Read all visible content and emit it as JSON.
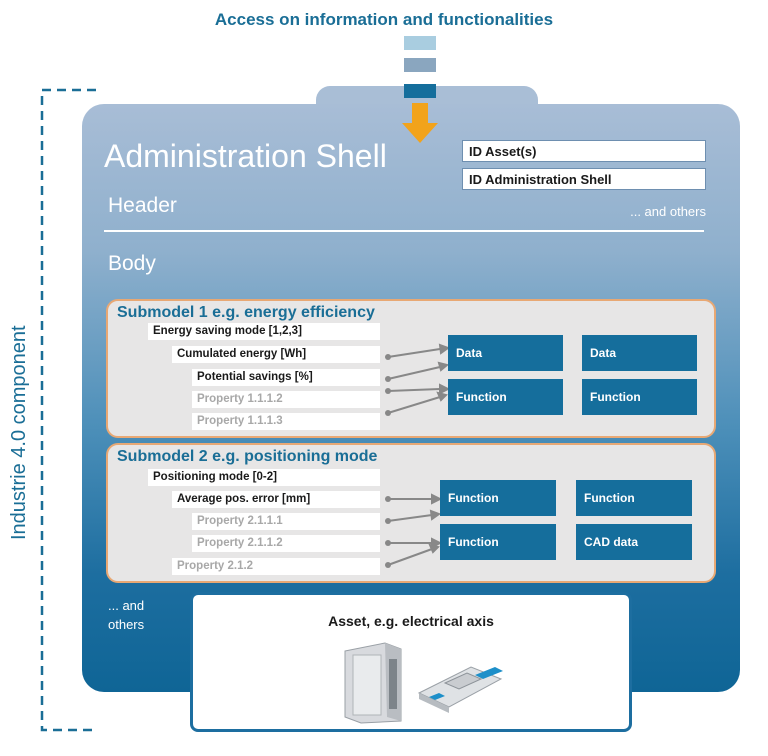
{
  "top_title": "Access on information and functionalities",
  "colors": {
    "accent": "#1a6e96",
    "function_box": "#156e9c",
    "submodel_border": "#e8a874",
    "arrow": "#f2a31b"
  },
  "shell": {
    "title": "Administration Shell",
    "id_asset": "ID Asset(s)",
    "id_shell": "ID Administration Shell",
    "header": "Header",
    "others_header": "... and others",
    "body": "Body",
    "others_body_line1": "... and",
    "others_body_line2": "others"
  },
  "submodel1": {
    "title": "Submodel 1 e.g. energy efficiency",
    "properties": [
      "Energy saving mode [1,2,3]",
      "Cumulated energy [Wh]",
      "Potential savings [%]",
      "Property 1.1.1.2",
      "Property 1.1.1.3"
    ],
    "boxes": [
      "Data",
      "Data",
      "Function",
      "Function"
    ]
  },
  "submodel2": {
    "title": "Submodel 2 e.g. positioning mode",
    "properties": [
      "Positioning mode [0-2]",
      "Average pos. error [mm]",
      "Property 2.1.1.1",
      "Property 2.1.1.2",
      "Property 2.1.2"
    ],
    "boxes": [
      "Function",
      "Function",
      "Function",
      "CAD data"
    ]
  },
  "asset": {
    "title": "Asset, e.g. electrical axis"
  },
  "side_label": "Industrie 4.0 component",
  "icons": [
    "down-arrow-icon",
    "controller-device-icon",
    "linear-axis-icon"
  ]
}
